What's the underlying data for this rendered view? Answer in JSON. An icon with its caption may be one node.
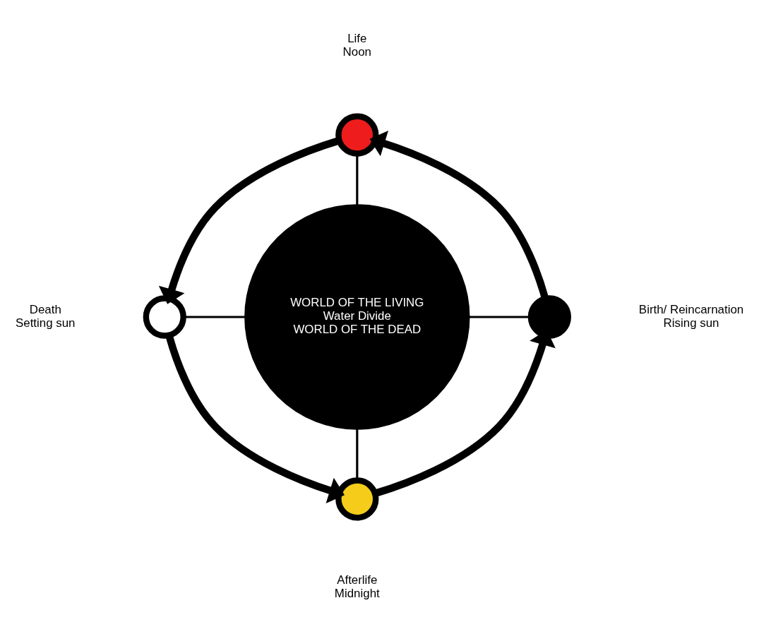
{
  "diagram": {
    "nodes": [
      {
        "text": [],
        "shape": "circle",
        "beside": [
          "Life",
          "Noon"
        ]
      },
      {
        "text": [],
        "shape": "circle",
        "beside": [
          "Death",
          "Setting sun"
        ]
      },
      {
        "text": [
          "WORLD OF THE LIVING",
          "Water Divide",
          "WORLD OF THE DEAD"
        ]
      },
      {
        "text": [],
        "shape": "circle",
        "beside": [
          "Birth/ Reincarnation",
          "Rising sun"
        ]
      },
      {
        "text": [],
        "shape": "circle",
        "beside": [
          "Afterlife",
          "Midnight"
        ]
      }
    ],
    "edges": [
      {
        "from": 0,
        "to": 1,
        "arrow": "to",
        "style": "thick"
      },
      {
        "from": 1,
        "to": 4,
        "arrow": "to",
        "style": "thick"
      },
      {
        "from": 4,
        "to": 3,
        "arrow": "to",
        "style": "thick"
      },
      {
        "from": 3,
        "to": 0,
        "arrow": "to",
        "style": "thick"
      },
      {
        "from": 0,
        "to": 2,
        "arrow": "none"
      },
      {
        "from": 2,
        "to": 4,
        "arrow": "none"
      },
      {
        "from": 1,
        "to": 2,
        "arrow": "none"
      },
      {
        "from": 2,
        "to": 3,
        "arrow": "none"
      }
    ]
  }
}
